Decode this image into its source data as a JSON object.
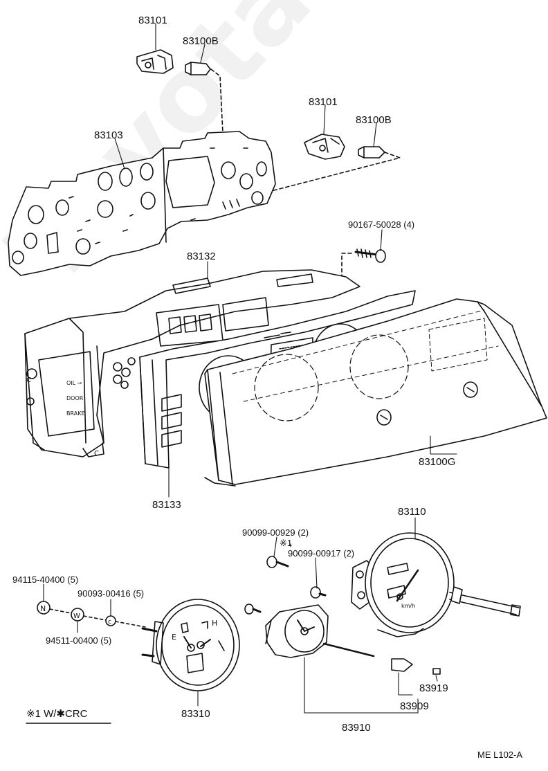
{
  "watermark": "Toyota-Mine.ru",
  "footer_code": "ME L102-A",
  "legend": {
    "note": "※1 W/✱CRC"
  },
  "labels": {
    "socket_a": "83101",
    "bulb_a": "83100B",
    "socket_b": "83101",
    "bulb_b": "83100B",
    "circuit_plate": "83103",
    "screw": "90167-50028 (4)",
    "housing": "83132",
    "lens": "83100G",
    "panel": "83133",
    "speedometer": "83110",
    "screw_a": "90099-00929 (2)",
    "note_mark": "※1",
    "screw_b": "90099-00917 (2)",
    "nut": "94115-40400 (5)",
    "nut_c": "90093-00416 (5)",
    "washer": "94511-00400 (5)",
    "gauge_assy": "83310",
    "clock_bulb": "83919",
    "clock_socket": "83909",
    "clock": "83910"
  }
}
